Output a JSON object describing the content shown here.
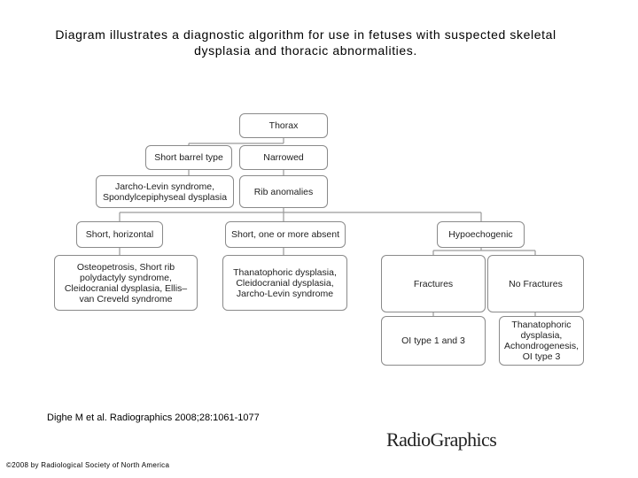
{
  "title": "Diagram illustrates a diagnostic algorithm for use in fetuses with suspected skeletal dysplasia and thoracic abnormalities.",
  "nodes": {
    "thorax": "Thorax",
    "short_barrel": "Short barrel type",
    "narrowed": "Narrowed",
    "jarcho_spondylo": "Jarcho-Levin syndrome, Spondylcepiphyseal dysplasia",
    "rib_anomalies": "Rib anomalies",
    "short_horizontal": "Short, horizontal",
    "short_absent": "Short, one or more absent",
    "hypoechogenic": "Hypoechogenic",
    "osteopetrosis_group": "Osteopetrosis, Short rib polydactyly syndrome, Cleidocranial dysplasia, Ellis–van Creveld syndrome",
    "thanatophoric_group": "Thanatophoric dysplasia, Cleidocranial dysplasia, Jarcho-Levin syndrome",
    "fractures": "Fractures",
    "no_fractures": "No Fractures",
    "oi_1_3": "OI type 1 and 3",
    "thanatophoric_achondro": "Thanatophoric dysplasia, Achondrogenesis, OI type 3"
  },
  "citation": "Dighe M et al. Radiographics 2008;28:1061-1077",
  "logo": "RadioGraphics",
  "copyright": "©2008 by Radiological Society of North America"
}
